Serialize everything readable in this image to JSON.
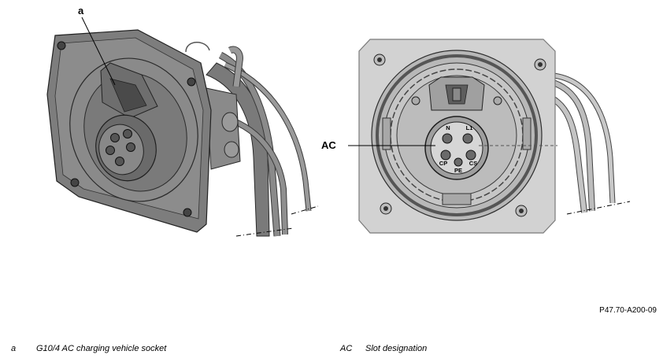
{
  "callouts": {
    "a": "a",
    "ac": "AC"
  },
  "socket_labels": {
    "n": "N",
    "l1": "L1",
    "cp": "CP",
    "cs": "CS",
    "pe": "PE"
  },
  "reference_code": "P47.70-A200-09",
  "legend": [
    {
      "key": "a",
      "text": "G10/4 AC charging vehicle socket"
    },
    {
      "key": "AC",
      "text": "Slot designation"
    }
  ]
}
